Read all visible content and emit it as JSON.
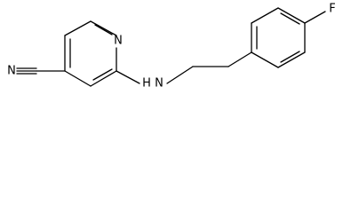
{
  "structure": {
    "atoms": [
      {
        "id": "N_nitrile",
        "label": "N"
      },
      {
        "id": "N_ring",
        "label": "N"
      },
      {
        "id": "N_amine",
        "label": "N"
      },
      {
        "id": "H_amine",
        "label": "H"
      },
      {
        "id": "F",
        "label": "F"
      }
    ],
    "colors": {
      "bond": "#000000",
      "label": "#000000",
      "background": "#ffffff"
    }
  }
}
